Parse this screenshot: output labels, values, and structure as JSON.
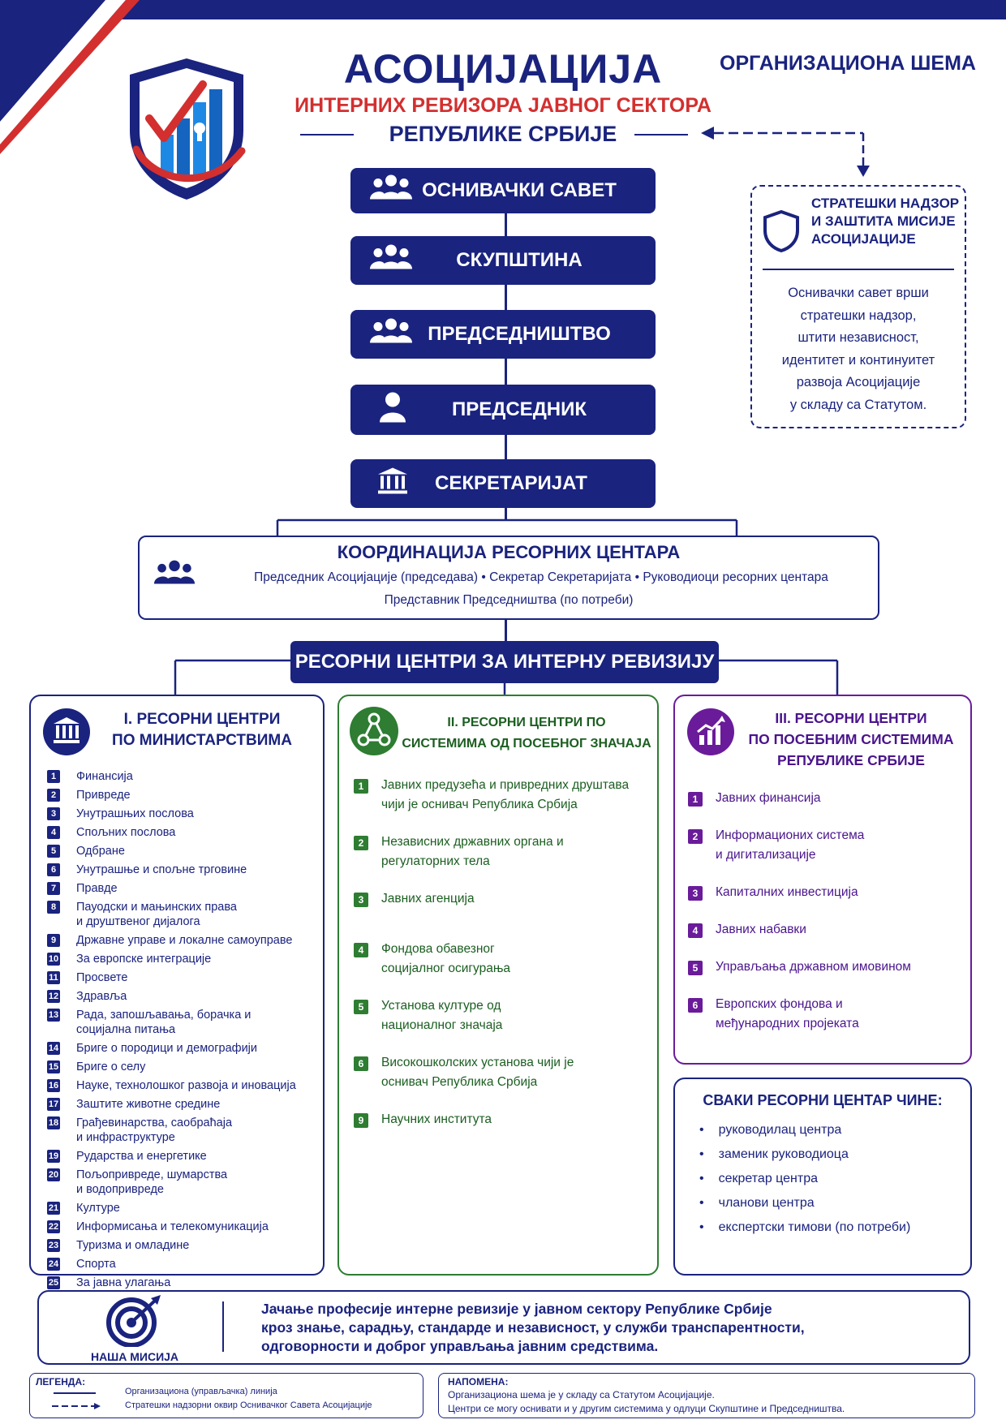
{
  "header": {
    "title_main": "АСОЦИЈАЦИЈА",
    "title_red": "ИНТЕРНИХ РЕВИЗОРА ЈАВНОГ СЕКТОРА",
    "title_sub": "РЕПУБЛИКЕ СРБИЈЕ",
    "org_title": "ОРГАНИЗАЦИОНА ШЕМА"
  },
  "hierarchy": [
    {
      "label": "ОСНИВАЧКИ САВЕТ",
      "icon": "group-icon"
    },
    {
      "label": "СКУПШТИНА",
      "icon": "group-icon"
    },
    {
      "label": "ПРЕДСЕДНИШТВО",
      "icon": "group-icon"
    },
    {
      "label": "ПРЕДСЕДНИК",
      "icon": "person-icon"
    },
    {
      "label": "СЕКРЕТАРИЈАТ",
      "icon": "institution-icon"
    }
  ],
  "oversight": {
    "title_l1": "СТРАТЕШКИ НАДЗОР",
    "title_l2": "И ЗАШТИТА МИСИЈЕ",
    "title_l3": "АСОЦИЈАЦИЈЕ",
    "text": [
      "Оснивачки савет врши",
      "стратешки надзор,",
      "штити независност,",
      "идентитет и континуитет",
      "развоја Асоцијације",
      "у складу са Статутом."
    ],
    "icon": "shield-icon"
  },
  "coordination": {
    "title": "КООРДИНАЦИЈА РЕСОРНИХ ЦЕНТАРА",
    "line1": "Председник Асоцијације (председава) • Секретар Секретаријата • Руководиоци ресорних центара",
    "line2": "Представник Председништва (по потреби)"
  },
  "centers_title": "РЕСОРНИ ЦЕНТРИ ЗА ИНТЕРНУ РЕВИЗИЈУ",
  "colors": {
    "navy": "#1a237e",
    "red": "#d32f2f",
    "green": "#2e7d32",
    "purple": "#6a1b9a"
  },
  "col1": {
    "title_l1": "I. РЕСОРНИ ЦЕНТРИ",
    "title_l2": "ПО МИНИСТАРСТВИМА",
    "items": [
      {
        "n": "1",
        "l": [
          "Финансија"
        ]
      },
      {
        "n": "2",
        "l": [
          "Привреде"
        ]
      },
      {
        "n": "3",
        "l": [
          "Унутрашњих послова"
        ]
      },
      {
        "n": "4",
        "l": [
          "Спољних послова"
        ]
      },
      {
        "n": "5",
        "l": [
          "Одбране"
        ]
      },
      {
        "n": "6",
        "l": [
          "Унутрашње и спољне трговине"
        ]
      },
      {
        "n": "7",
        "l": [
          "Правде"
        ]
      },
      {
        "n": "8",
        "l": [
          "Пауодски и мањинских права",
          "и друштвеног дијалога"
        ]
      },
      {
        "n": "9",
        "l": [
          "Државне управе и локалне самоуправе"
        ]
      },
      {
        "n": "10",
        "l": [
          "За европске интеграције"
        ]
      },
      {
        "n": "11",
        "l": [
          "Просвете"
        ]
      },
      {
        "n": "12",
        "l": [
          "Здравља"
        ]
      },
      {
        "n": "13",
        "l": [
          "Рада, запошљавања, борачка и",
          "социјална питања"
        ]
      },
      {
        "n": "14",
        "l": [
          "Бриге о породици и демографији"
        ]
      },
      {
        "n": "15",
        "l": [
          "Бриге о селу"
        ]
      },
      {
        "n": "16",
        "l": [
          "Науке, технолошког развоја и иновација"
        ]
      },
      {
        "n": "17",
        "l": [
          "Заштите животне средине"
        ]
      },
      {
        "n": "18",
        "l": [
          "Грађевинарства, саобраћаја",
          "и инфраструктуре"
        ]
      },
      {
        "n": "19",
        "l": [
          "Рударства и енергетике"
        ]
      },
      {
        "n": "20",
        "l": [
          "Пољопривреде, шумарства",
          "и водопривреде"
        ]
      },
      {
        "n": "21",
        "l": [
          "Културе"
        ]
      },
      {
        "n": "22",
        "l": [
          "Информисања и телекомуникација"
        ]
      },
      {
        "n": "23",
        "l": [
          "Туризма и омладине"
        ]
      },
      {
        "n": "24",
        "l": [
          "Спорта"
        ]
      },
      {
        "n": "25",
        "l": [
          "За јавна улагања"
        ]
      }
    ]
  },
  "col2": {
    "title_l1": "II. РЕСОРНИ ЦЕНТРИ ПО",
    "title_l2": "СИСТЕМИМА ОД ПОСЕБНОГ ЗНАЧАЈА",
    "items": [
      {
        "n": "1",
        "l": [
          "Јавних предузећа и привредних друштава",
          "чији је оснивач Република Србија"
        ]
      },
      {
        "n": "2",
        "l": [
          "Независних државних органа и",
          "регулаторних тела"
        ]
      },
      {
        "n": "3",
        "l": [
          "Јавних агенција"
        ]
      },
      {
        "n": "4",
        "l": [
          "Фондова обавезног",
          "социјалног осигурања"
        ]
      },
      {
        "n": "5",
        "l": [
          "Установа културе од",
          "националног значаја"
        ]
      },
      {
        "n": "6",
        "l": [
          "Високошколских установа чији је",
          "оснивач Република Србија"
        ]
      },
      {
        "n": "9",
        "l": [
          "Научних института"
        ]
      }
    ]
  },
  "col3": {
    "title_l1": "III. РЕСОРНИ ЦЕНТРИ",
    "title_l2": "ПО ПОСЕБНИМ СИСТЕМИМА",
    "title_l3": "РЕПУБЛИКЕ СРБИЈЕ",
    "items": [
      {
        "n": "1",
        "l": [
          "Јавних финансија"
        ]
      },
      {
        "n": "2",
        "l": [
          "Информационих система",
          "и дигитализације"
        ]
      },
      {
        "n": "3",
        "l": [
          "Капиталних инвестиција"
        ]
      },
      {
        "n": "4",
        "l": [
          "Јавних набавки"
        ]
      },
      {
        "n": "5",
        "l": [
          "Управљања државном имовином"
        ]
      },
      {
        "n": "6",
        "l": [
          "Европских фондова и",
          "међународних пројеката"
        ]
      }
    ]
  },
  "members": {
    "title": "СВАКИ РЕСОРНИ ЦЕНТАР ЧИНЕ:",
    "items": [
      "руководилац центра",
      "заменик руководиоца",
      "секретар центра",
      "чланови центра",
      "експертски тимови (по потреби)"
    ]
  },
  "mission": {
    "label": "НАША МИСИЈА",
    "text": [
      "Јачање професије интерне ревизије у јавном сектору Републике Србије",
      "кроз знање, сарадњу, стандарде и независност, у служби транспарентности,",
      "одговорности и доброг управљања јавним средствима."
    ]
  },
  "legend": {
    "title": "ЛЕГЕНДА:",
    "item1": "Организациона (управљачка) линија",
    "item2": "Стратешки надзорни оквир Оснивачког Савета Асоцијације"
  },
  "note": {
    "title": "НАПОМЕНА:",
    "line1": "Организациона шема је у складу са Статутом Асоцијације.",
    "line2": "Центри се могу оснивати и у другим системима у одлуци Скупштине и Председништва."
  }
}
